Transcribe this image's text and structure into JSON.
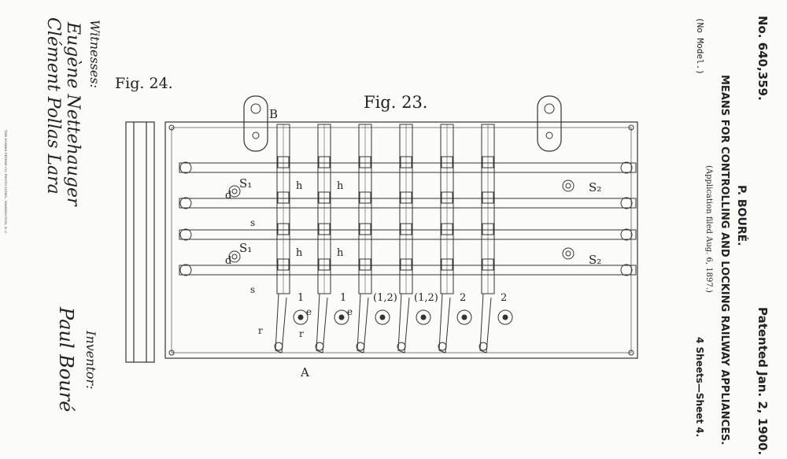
{
  "header": {
    "patent_number": "No. 640,359.",
    "patent_date": "Patented Jan. 2, 1900.",
    "inventor": "P. BOURÉ.",
    "title": "MEANS FOR CONTROLLING AND LOCKING RAILWAY APPLIANCES.",
    "application": "(Application filed Aug. 6, 1897.)",
    "model": "(No Model.)",
    "sheets": "4 Sheets—Sheet 4."
  },
  "figures": {
    "fig23": "Fig. 23.",
    "fig24": "Fig. 24."
  },
  "labels": {
    "B": "B",
    "A": "A",
    "S1": "S₁",
    "S2": "S₂",
    "d": "d",
    "h": "h",
    "s": "s",
    "e": "e",
    "r": "r",
    "one": "1",
    "onetwo": "(1,2)",
    "two": "2"
  },
  "signatures": {
    "witnesses_label": "Witnesses:",
    "witness1": "Eugène Nettehauger",
    "witness2": "Clément Pollas Lara",
    "inventor_label": "Inventor:",
    "inventor_sig": "Paul Bouré"
  },
  "imprint": "THE NORRIS PETERS CO. PHOTO-LITHO., WASHINGTON, D. C."
}
